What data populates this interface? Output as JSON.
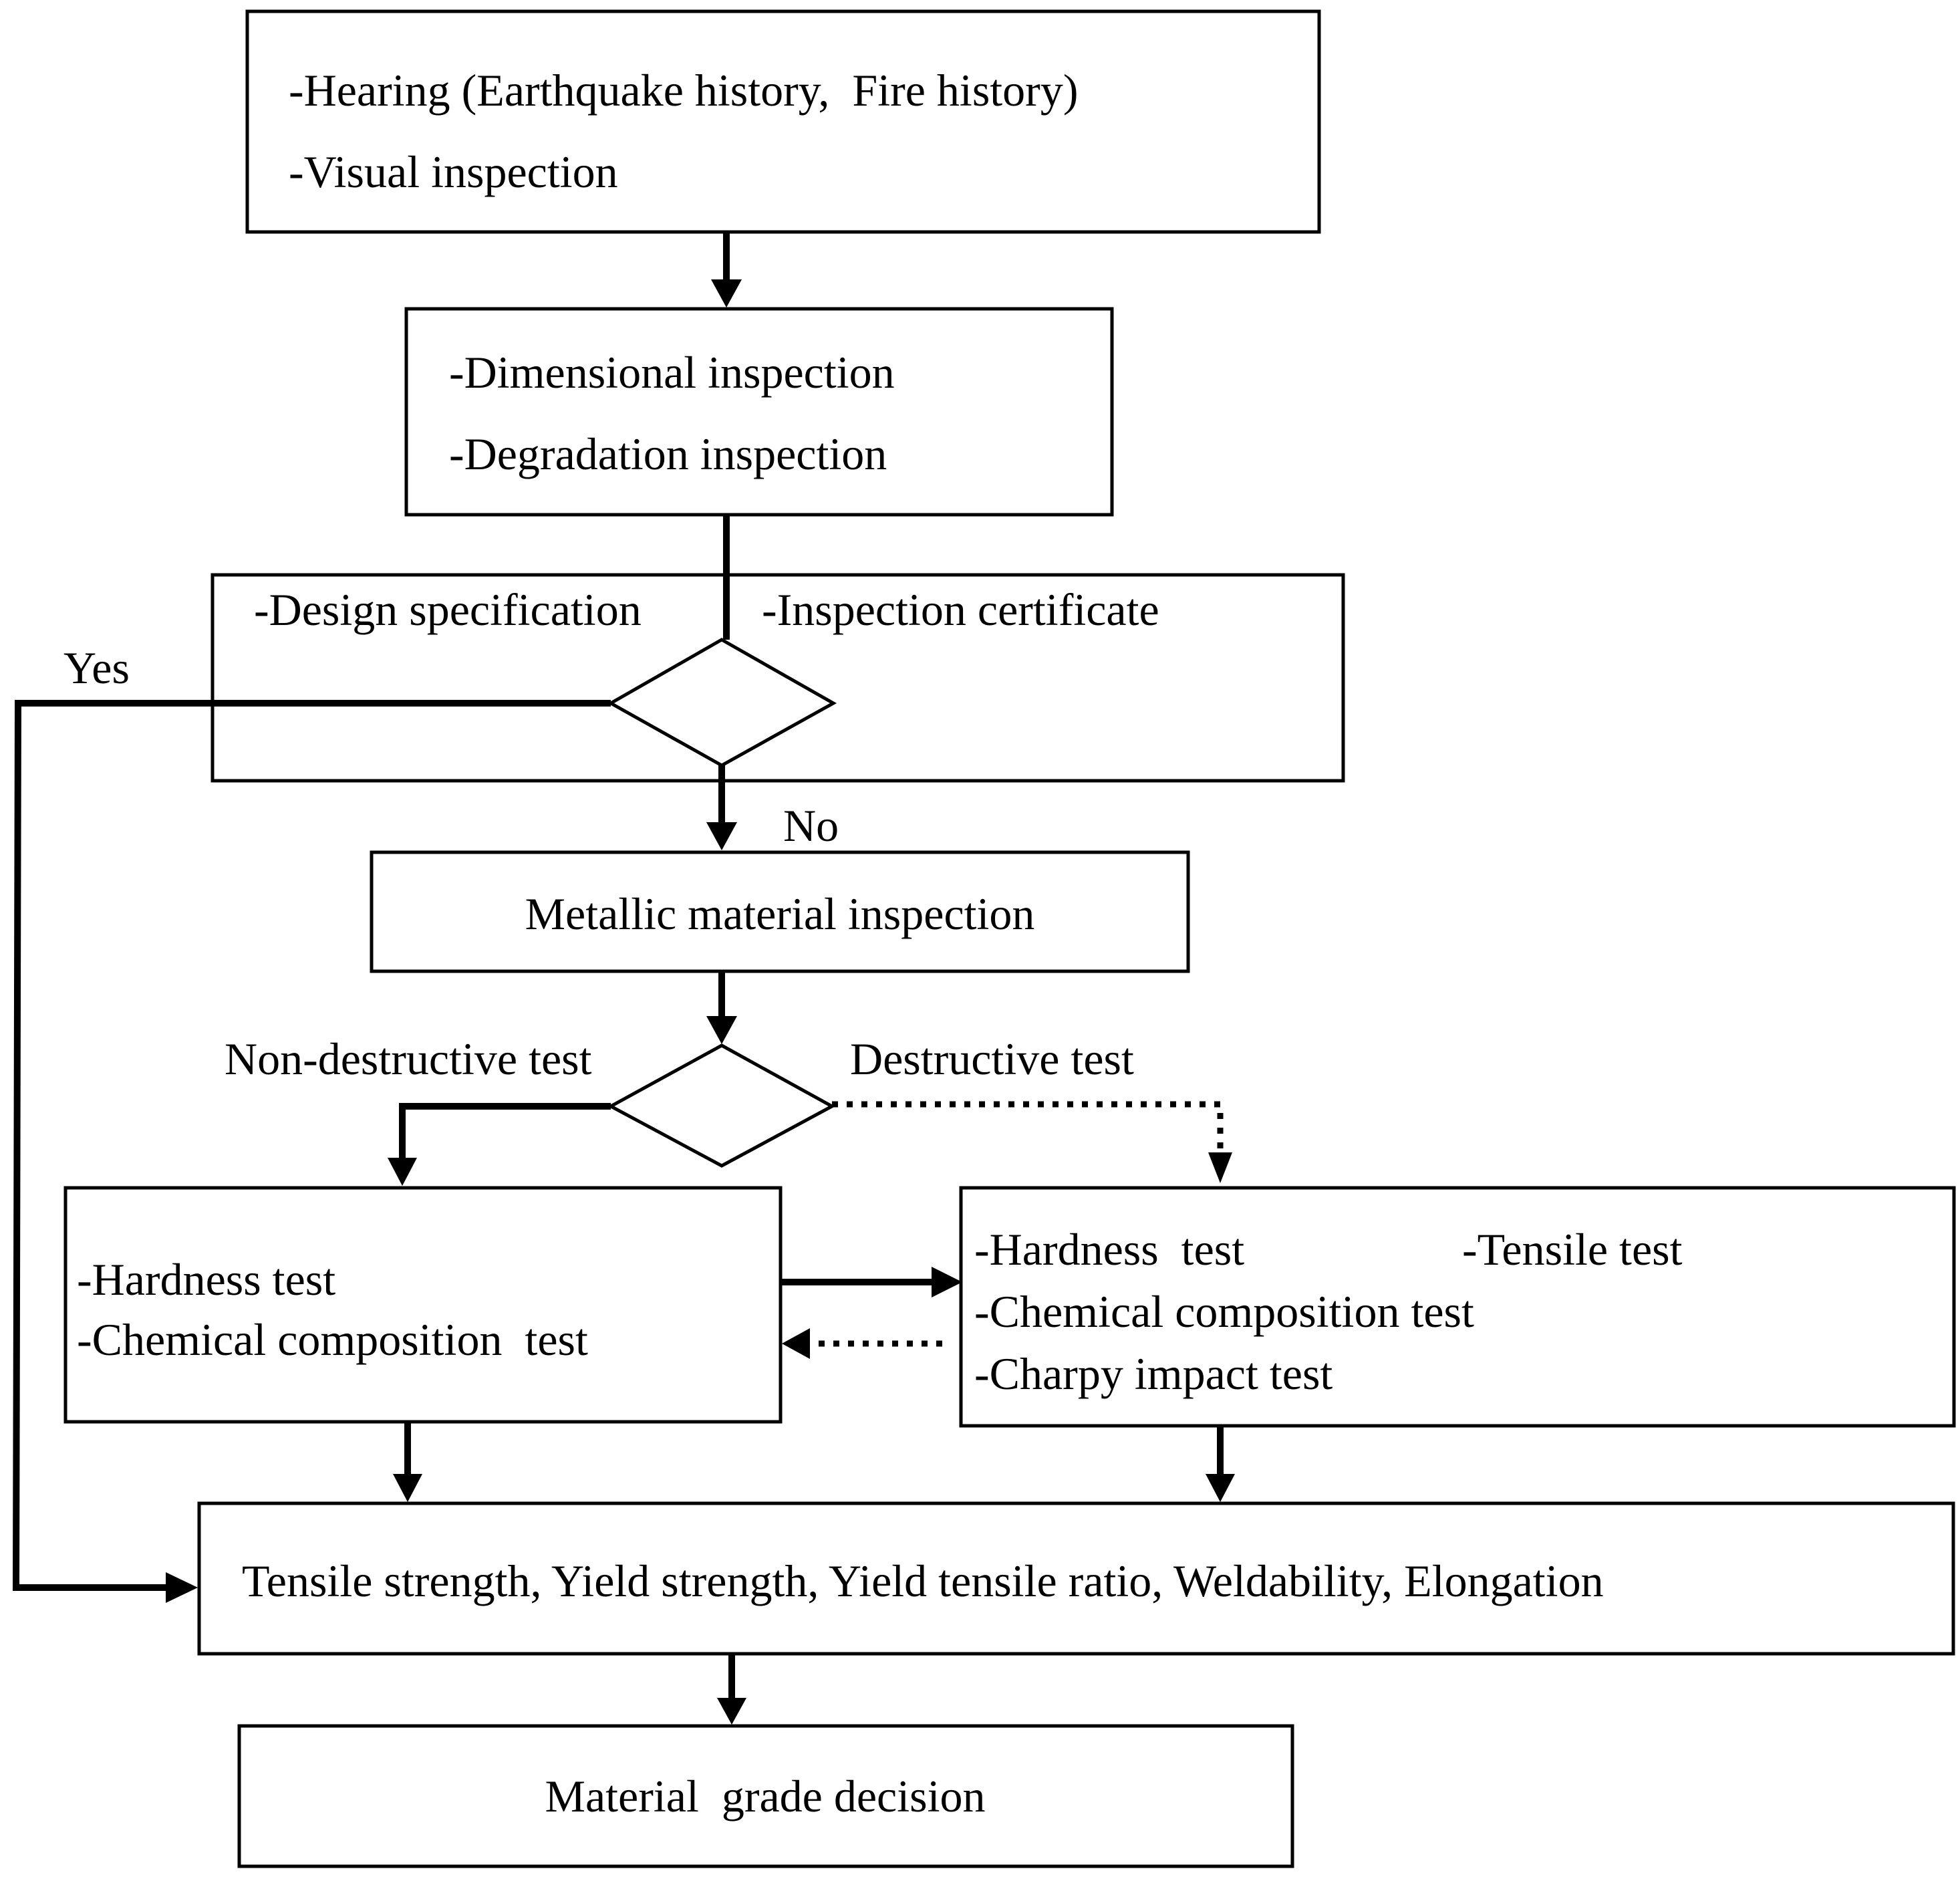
{
  "boxes": {
    "survey": {
      "line1": "-Hearing (Earthquake history,  Fire history)",
      "line2": "-Visual inspection"
    },
    "dimensional": {
      "line1": "-Dimensional inspection",
      "line2": "-Degradation inspection"
    },
    "documents": {
      "design_spec": "-Design specification",
      "inspection_cert": "-Inspection certificate"
    },
    "metallic": {
      "label": "Metallic material inspection"
    },
    "nondestructive_tests": {
      "line1": "-Hardness test",
      "line2": "-Chemical composition  test"
    },
    "destructive_tests": {
      "hardness": "-Hardness  test",
      "tensile": "-Tensile test",
      "chemical": "-Chemical composition test",
      "charpy": "-Charpy impact test"
    },
    "properties": {
      "label": "Tensile strength, Yield strength, Yield tensile ratio, Weldability, Elongation"
    },
    "decision": {
      "label": "Material  grade decision"
    }
  },
  "branch_labels": {
    "yes": "Yes",
    "no": "No",
    "non_destructive": "Non-destructive test",
    "destructive": "Destructive test"
  }
}
